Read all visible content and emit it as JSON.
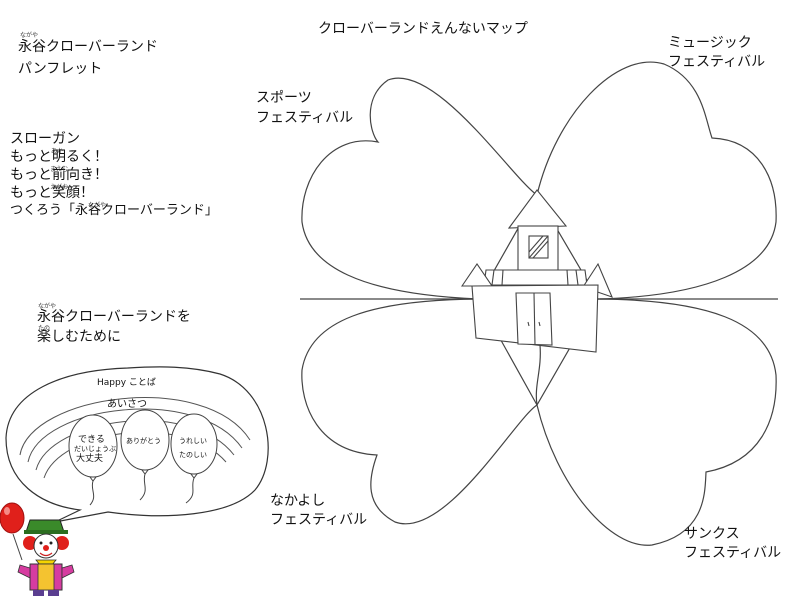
{
  "map_title": "クローバーランドえんないマップ",
  "pamphlet": {
    "title_line1": "永谷クローバーランド",
    "title_line2": "パンフレット",
    "ruby_nagaya": "ながや"
  },
  "slogan": {
    "heading": "スローガン",
    "lines": [
      "もっと明るく！",
      "もっと前向き！",
      "もっと笑顔！"
    ],
    "closing": "つくろう「永谷クローバーランド」",
    "ruby": [
      "あか",
      "まえむ",
      "えがお",
      "ながや"
    ]
  },
  "enjoy": {
    "line1": "永谷クローバーランドを",
    "line2": "楽しむために",
    "ruby": [
      "ながや",
      "たの"
    ]
  },
  "speech": {
    "happy": "Happy ことば",
    "greeting": "あいさつ",
    "balloon1_line1": "できる",
    "balloon1_line2": "大丈夫",
    "balloon1_ruby": "だいじょうぶ",
    "balloon2": "ありがとう",
    "balloon3_line1": "うれしい",
    "balloon3_line2": "たのしい"
  },
  "festivals": {
    "sports": [
      "スポーツ",
      "フェスティバル"
    ],
    "music": [
      "ミュージック",
      "フェスティバル"
    ],
    "friendship": [
      "なかよし",
      "フェスティバル"
    ],
    "thanks": [
      "サンクス",
      "フェスティバル"
    ]
  },
  "colors": {
    "line": "#333333",
    "balloon_red": "#e0201b",
    "hat_green": "#3a8a2a"
  }
}
